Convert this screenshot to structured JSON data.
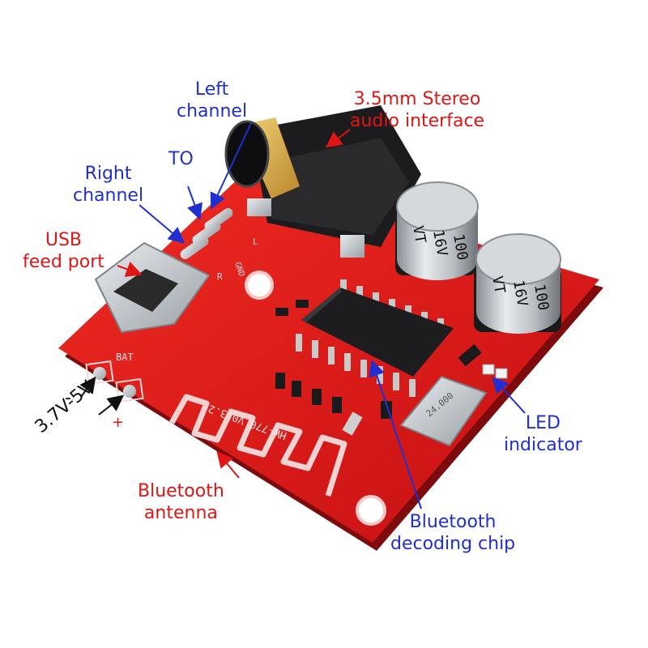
{
  "labels": {
    "left_channel": [
      "Left",
      "channel"
    ],
    "to": "TO",
    "right_channel": [
      "Right",
      "channel"
    ],
    "usb": [
      "USB",
      "feed port"
    ],
    "stereo": [
      "3.5mm Stereo",
      "audio interface"
    ],
    "led": [
      "LED",
      "indicator"
    ],
    "chip": [
      "Bluetooth",
      "decoding chip"
    ],
    "antenna": [
      "Bluetooth",
      "antenna"
    ],
    "voltage": "3.7V-5V",
    "minus": "-",
    "plus": "+"
  },
  "silkscreen": {
    "bat": "BAT",
    "l": "L",
    "gnd": "GND",
    "r": "R",
    "model": "HW-770 V0.3.2",
    "cap_value": "100",
    "cap_voltage": "16V",
    "cap_brand": "VT",
    "crystal": "24.000"
  },
  "colors": {
    "label_blue": "#1f2fd0",
    "label_red": "#e01515",
    "pcb": "#e11a1a"
  }
}
